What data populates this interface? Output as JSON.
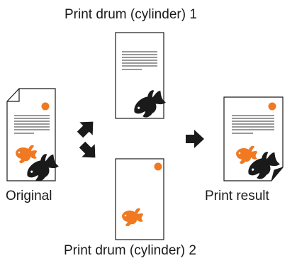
{
  "labels": {
    "drum1": "Print drum (cylinder) 1",
    "drum2": "Print drum (cylinder) 2",
    "original": "Original",
    "result": "Print result"
  },
  "colors": {
    "orange_dot": "#f07922",
    "goldfish": "#f07922",
    "black_fish": "#1a1a1a",
    "paper_border": "#1a1a1a",
    "text_lines": "#333333",
    "arrow": "#1a1a1a"
  },
  "icons": {
    "goldfish": "goldfish-icon",
    "black_fish": "black-fish-icon",
    "dot": "orange-dot-icon",
    "arrow": "arrow-icon"
  }
}
